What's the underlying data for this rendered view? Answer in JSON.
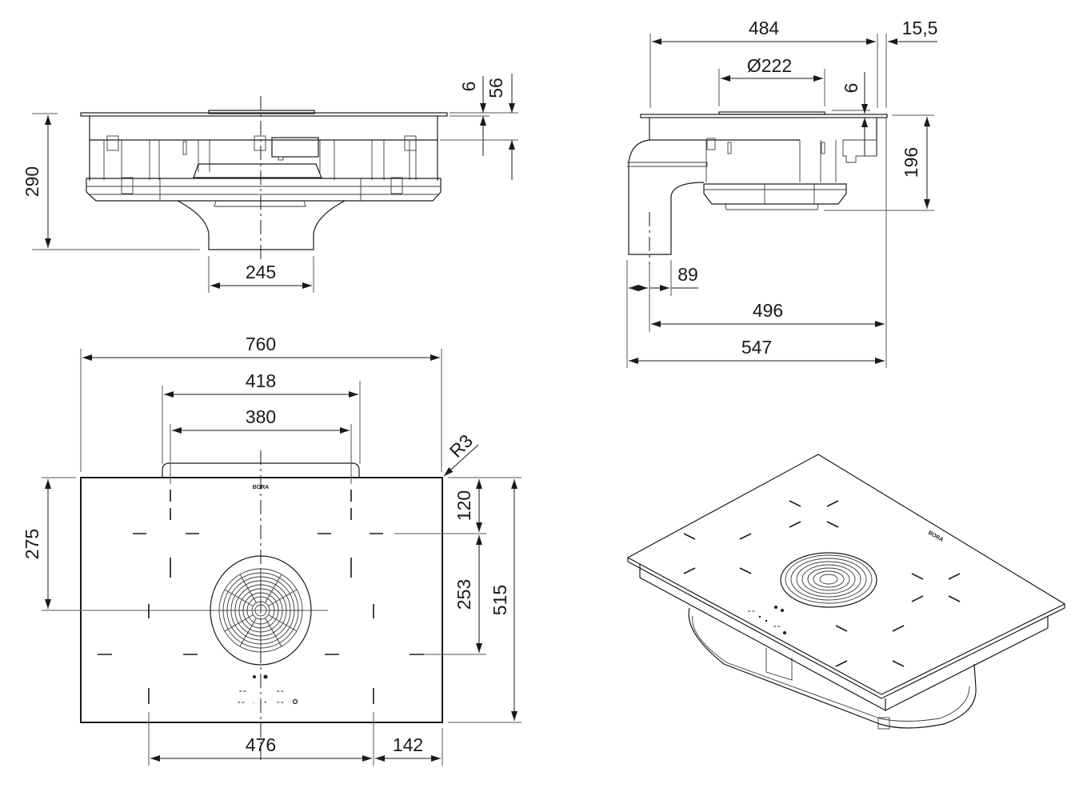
{
  "drawing": {
    "title": "Cooktop with integrated downdraft extractor — dimensional drawing",
    "units": "mm",
    "brand_mark": "BORA",
    "views": {
      "front_section": {
        "dimensions": {
          "total_height": "290",
          "outlet_width": "245",
          "glass_thickness": "6",
          "frame_height": "56"
        }
      },
      "side_section": {
        "dimensions": {
          "glass_depth": "484",
          "overhang": "15,5",
          "extractor_diameter": "Ø222",
          "glass_thickness": "6",
          "body_height": "196",
          "duct_width": "89",
          "depth_to_back": "496",
          "total_depth": "547"
        }
      },
      "top_view": {
        "dimensions": {
          "total_width": "760",
          "cutout_outer": "418",
          "cutout_inner": "380",
          "corner_radius": "R3",
          "front_to_center": "275",
          "top_to_zone_line": "120",
          "zone_depth": "253",
          "total_depth": "515",
          "zone_width": "476",
          "side_margin": "142"
        }
      },
      "isometric": {
        "description": "Isometric view of cooktop with centre extractor"
      }
    },
    "icons": {
      "extractor": "fan-grille-icon",
      "controls": "touch-control-icons"
    },
    "colors": {
      "line": "#1a1a1a",
      "background": "#ffffff"
    }
  }
}
